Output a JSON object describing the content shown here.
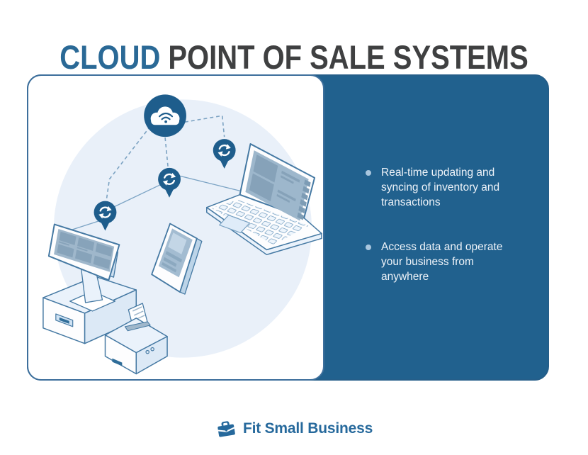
{
  "title": {
    "highlight": "CLOUD",
    "rest": "POINT OF SALE SYSTEMS"
  },
  "panel": {
    "bullets": [
      "Real-time updating and syncing of inventory and transactions",
      "Access data and operate your business from anywhere"
    ]
  },
  "illustration": {
    "description": "Cloud syncing with POS terminal, tablet and laptop",
    "icons": [
      "cloud-wifi-icon",
      "sync-pin-icon",
      "laptop",
      "tablet",
      "pos-terminal",
      "receipt-printer"
    ]
  },
  "footer": {
    "brand": "Fit Small Business",
    "icon": "briefcase-icon"
  },
  "colors": {
    "title_highlight": "#2a6996",
    "title_dark": "#3f4041",
    "panel_blue": "#21618e",
    "bullet_dot": "#a9c6de",
    "bullet_text": "#eef3f9",
    "icon_dark_blue": "#1e5d8c",
    "outline_blue": "#4579a3",
    "illustration_bg": "#e9f0f9",
    "logo_blue": "#26699c"
  }
}
